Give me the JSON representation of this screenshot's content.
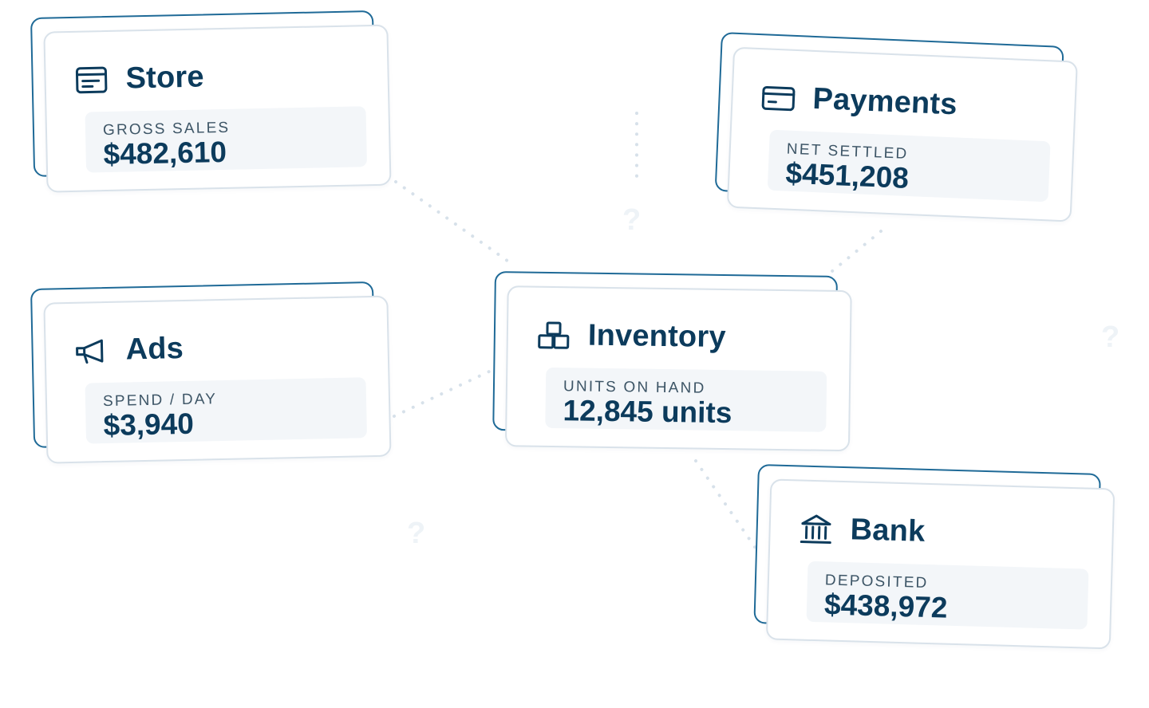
{
  "cards": {
    "store": {
      "title": "Store",
      "icon": "storefront-icon",
      "label": "GROSS SALES",
      "value": "$482,610"
    },
    "payments": {
      "title": "Payments",
      "icon": "credit-card-icon",
      "label": "NET SETTLED",
      "value": "$451,208"
    },
    "ads": {
      "title": "Ads",
      "icon": "megaphone-icon",
      "label": "SPEND / DAY",
      "value": "$3,940"
    },
    "inventory": {
      "title": "Inventory",
      "icon": "boxes-icon",
      "label": "UNITS ON HAND",
      "value": "12,845 units"
    },
    "bank": {
      "title": "Bank",
      "icon": "bank-icon",
      "label": "DEPOSITED",
      "value": "$438,972"
    }
  },
  "decor": {
    "question_mark": "?"
  },
  "colors": {
    "primary": "#0c3b5c",
    "accent_border": "#1f6a97",
    "card_border": "#d9e2ea",
    "metric_bg": "#f3f6f9",
    "connector": "#d7e1ea"
  }
}
